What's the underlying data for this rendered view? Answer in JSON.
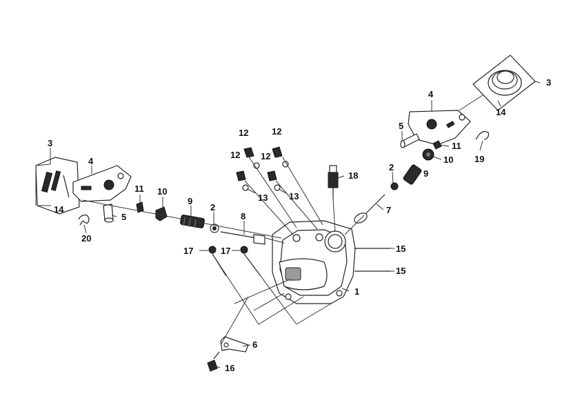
{
  "diagram": {
    "callouts": {
      "head": "1",
      "rocker_shaft_right": "2",
      "rocker_shaft_left": "2",
      "cover_left": "3",
      "cover_right": "3",
      "bracket_left": "4",
      "bracket_right": "4",
      "pin_left": "5",
      "pin_right": "5",
      "guide_bracket": "6",
      "valve_right": "7",
      "valve_left": "8",
      "spring_left": "9",
      "spring_right": "9",
      "seat_left": "10",
      "seat_right": "10",
      "clip_left": "11",
      "clip_right": "11",
      "nut_a": "12",
      "nut_b": "12",
      "nut_c": "12",
      "nut_d": "12",
      "washer_left": "13",
      "washer_right": "13",
      "gasket_left": "14",
      "gasket_right": "14",
      "stud_upper": "15",
      "stud_lower": "15",
      "bolt_bottom": "16",
      "bolt_left": "17",
      "bolt_mid": "17",
      "spark_plug": "18",
      "oring_right": "19",
      "oring_left": "20"
    }
  },
  "colors": {
    "line": "#222222",
    "fill_dark": "#2a2a2a",
    "fill_grey": "#9a9a9a",
    "background": "#ffffff"
  }
}
